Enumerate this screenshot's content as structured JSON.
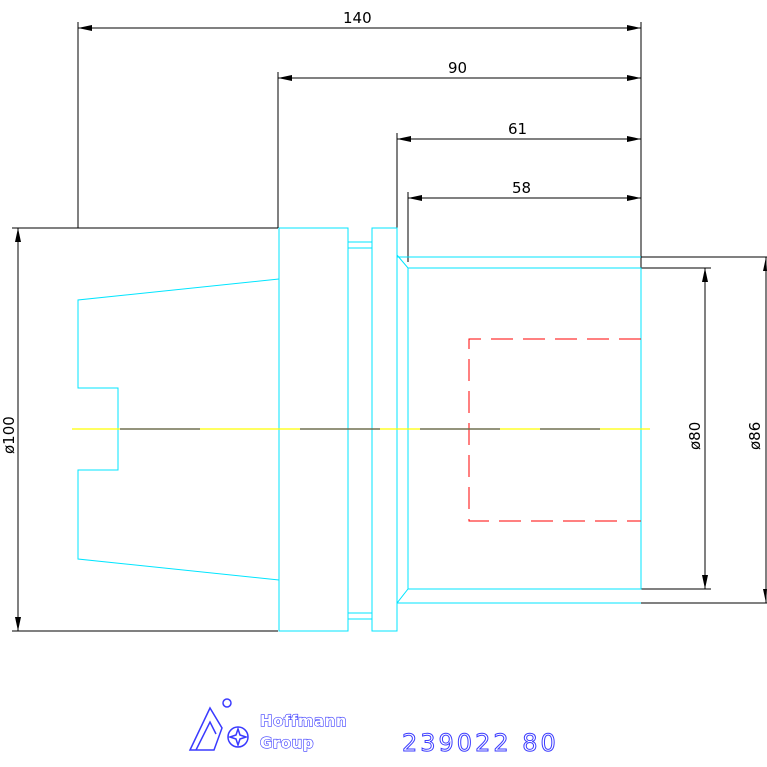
{
  "dimensions": {
    "overall_length": "140",
    "length_90": "90",
    "length_61": "61",
    "length_58": "58",
    "diameter_100": "ø100",
    "diameter_80": "ø80",
    "diameter_86": "ø86"
  },
  "logo": {
    "line1": "Hoffmann",
    "line2": "Group"
  },
  "part_number": "239022  80",
  "colors": {
    "outline": "#00e5ff",
    "dimensions": "#000000",
    "centerline": "#ffff00",
    "hidden_lines": "#ff0000",
    "logo": "#3a3aff"
  }
}
